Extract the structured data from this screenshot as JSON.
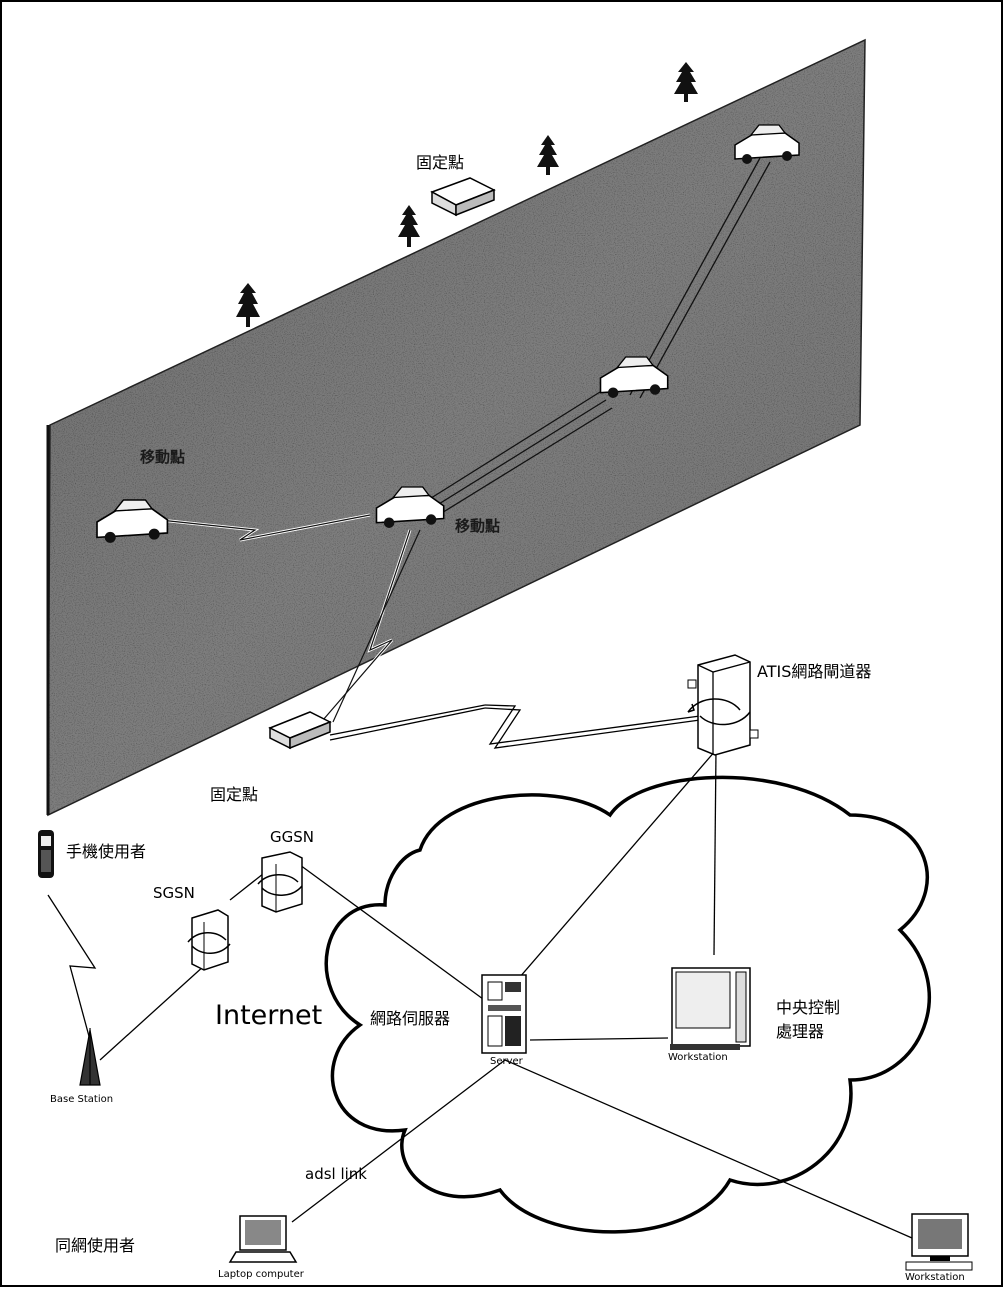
{
  "labels": {
    "fixed_point_top": "固定點",
    "mobile_point_left": "移動點",
    "mobile_point_mid": "移動點",
    "fixed_point_bottom": "固定點",
    "atis_gateway": "ATIS網路閘道器",
    "phone_user": "手機使用者",
    "ggsn": "GGSN",
    "sgsn": "SGSN",
    "internet": "Internet",
    "network_server": "網路伺服器",
    "central_processor_line1": "中央控制",
    "central_processor_line2": "處理器",
    "server": "Server",
    "workstation_center": "Workstation",
    "base_station": "Base  Station",
    "adsl_link": "adsl link",
    "web_user": "同網使用者",
    "laptop_computer": "Laptop computer",
    "workstation_corner": "Workstation"
  }
}
